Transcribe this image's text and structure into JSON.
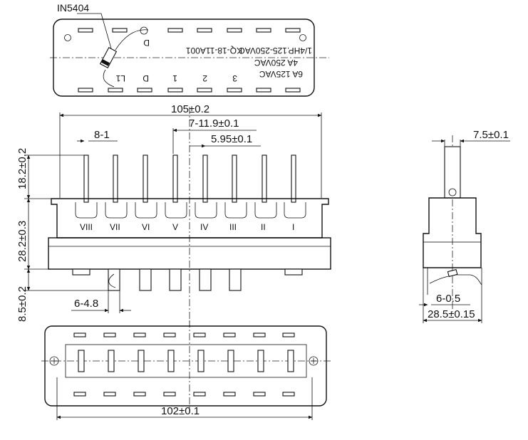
{
  "diode_label": "IN5404",
  "top_view": {
    "rev_labels": [
      "KQ-18-11A001",
      "D",
      "1/4HP.125-250VAC",
      "4A 250VAC",
      "6A 125VAC"
    ],
    "terminal_labels": [
      "L1",
      "D",
      "1",
      "2",
      "3"
    ]
  },
  "front_view": {
    "roman_numerals": [
      "VIII",
      "VII",
      "VI",
      "V",
      "IV",
      "III",
      "II",
      "I"
    ]
  },
  "dimensions": {
    "overall_width": "105±0.2",
    "pin_pitch": "7-11.9±0.1",
    "pin_offset": "5.95±0.1",
    "pin_count_thickness": "8-1",
    "pin_height": "18.2±0.2",
    "body_height": "28.2±0.3",
    "bottom_height": "8.5±0.2",
    "blade_width": "6-4.8",
    "bottom_width": "102±0.1",
    "side_pin_width": "7.5±0.1",
    "side_blade": "6-0.5",
    "side_depth": "28.5±0.15"
  }
}
